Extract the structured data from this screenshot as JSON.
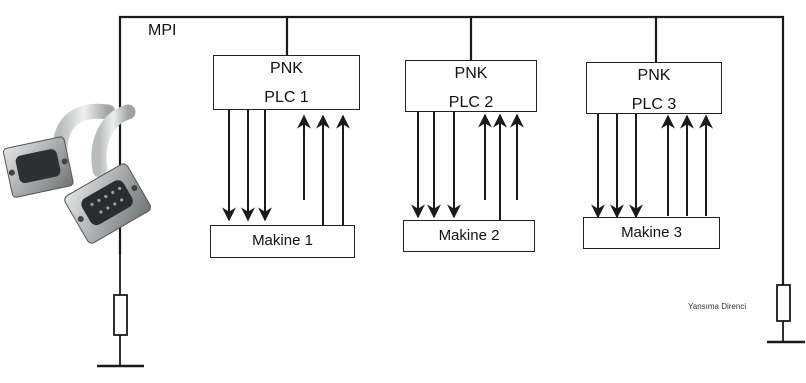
{
  "bus": {
    "label": "MPI"
  },
  "plcs": [
    {
      "title": "PNK",
      "name": "PLC 1"
    },
    {
      "title": "PNK",
      "name": "PLC 2"
    },
    {
      "title": "PNK",
      "name": "PLC 3"
    }
  ],
  "machines": [
    "Makine 1",
    "Makine 2",
    "Makine 3"
  ],
  "terminator": {
    "label": "Yansıma Direnci"
  },
  "icons": {
    "connector": "db9-serial-cable-icon",
    "resistor": "resistor-icon",
    "ground": "ground-icon"
  }
}
